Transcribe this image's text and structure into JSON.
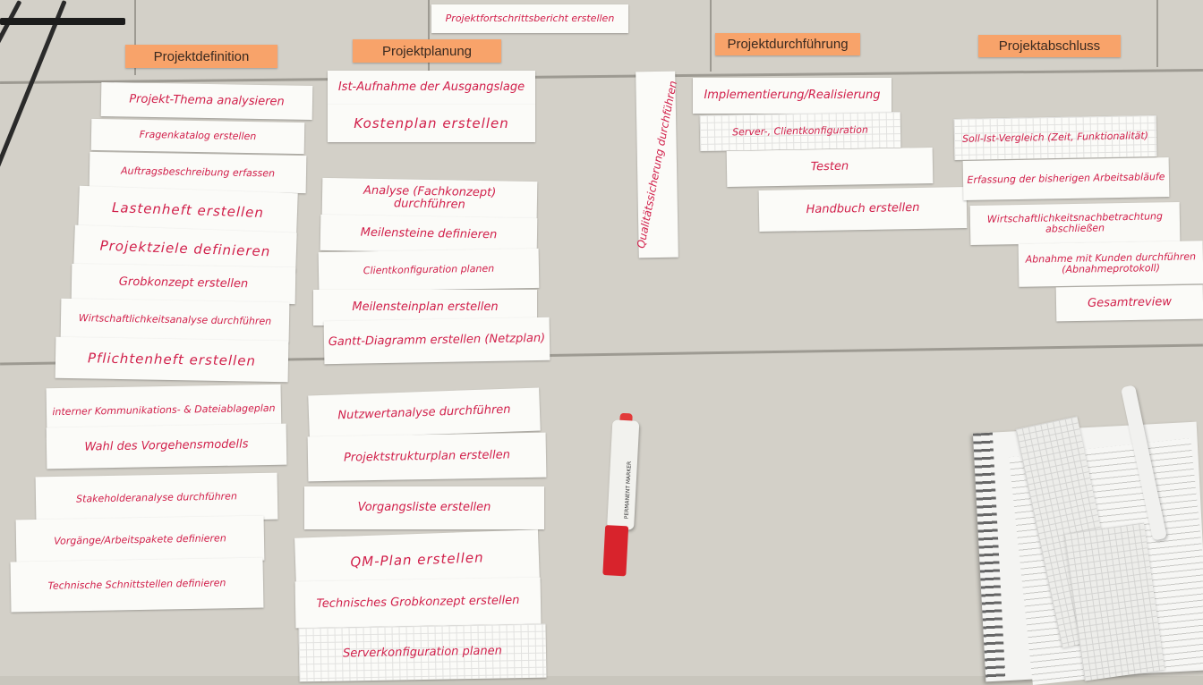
{
  "headers": {
    "definition": "Projektdefinition",
    "planning": "Projektplanung",
    "execution": "Projektdurchführung",
    "closure": "Projektabschluss"
  },
  "top_card": "Projektfortschrittsbericht erstellen",
  "definition_cards": [
    "Projekt-Thema analysieren",
    "Fragenkatalog erstellen",
    "Auftragsbeschreibung erfassen",
    "Lastenheft erstellen",
    "Projektziele definieren",
    "Grobkonzept erstellen",
    "Wirtschaftlichkeitsanalyse durchführen",
    "Pflichtenheft erstellen",
    "interner Kommunikations- & Dateiablageplan",
    "Wahl des Vorgehensmodells",
    "Stakeholderanalyse durchführen",
    "Vorgänge/Arbeitspakete definieren",
    "Technische Schnittstellen definieren"
  ],
  "planning_cards": [
    "Ist-Aufnahme der Ausgangslage",
    "Kostenplan erstellen",
    "Analyse (Fachkonzept) durchführen",
    "Meilensteine definieren",
    "Clientkonfiguration planen",
    "Meilensteinplan erstellen",
    "Gantt-Diagramm erstellen (Netzplan)",
    "Nutzwertanalyse durchführen",
    "Projektstrukturplan erstellen",
    "Vorgangsliste erstellen",
    "QM-Plan erstellen",
    "Technisches Grobkonzept erstellen",
    "Serverkonfiguration planen"
  ],
  "quality_card": "Qualitätssicherung durchführen",
  "execution_cards": [
    "Implementierung/Realisierung",
    "Server-, Clientkonfiguration",
    "Testen",
    "Handbuch erstellen"
  ],
  "closure_cards": [
    "Soll-Ist-Vergleich (Zeit, Funktionalität)",
    "Erfassung der bisherigen Arbeitsabläufe",
    "Wirtschaftlichkeitsnachbetrachtung abschließen",
    "Abnahme mit Kunden durchführen (Abnahmeprotokoll)",
    "Gesamtreview"
  ],
  "marker_label": "PERMANENT MARKER",
  "colors": {
    "table": "#d3d0c8",
    "header": "#f8a36a",
    "card": "#fbfbf8",
    "ink": "#d11f4a",
    "marker_cap": "#d8232c"
  }
}
